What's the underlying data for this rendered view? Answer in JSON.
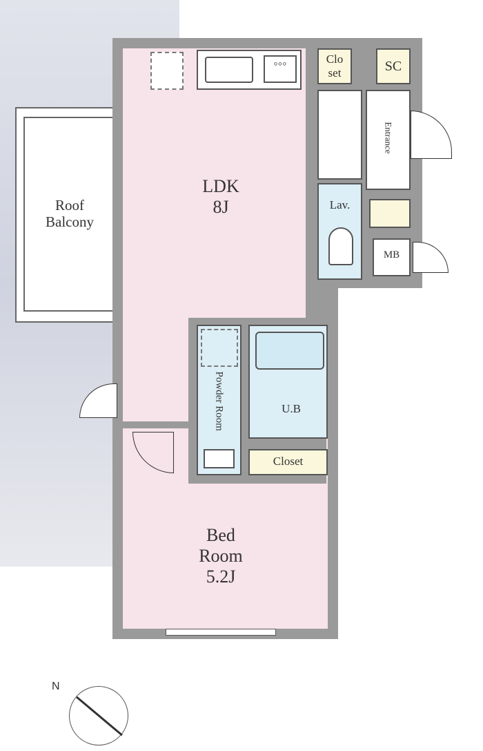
{
  "rooms": {
    "ldk": {
      "name": "LDK",
      "size": "8J"
    },
    "bedroom": {
      "name": "Bed",
      "name2": "Room",
      "size": "5.2J"
    },
    "roof_balcony": {
      "line1": "Roof",
      "line2": "Balcony"
    },
    "lavatory": "Lav.",
    "powder_room": "Powder Room",
    "unit_bath": "U.B",
    "closet_bedroom": "Closet",
    "closet_top_l1": "Clo",
    "closet_top_l2": "set",
    "shoe_closet": "SC",
    "meter_box": "MB",
    "entrance": "Entrance"
  },
  "compass": {
    "north": "N"
  }
}
